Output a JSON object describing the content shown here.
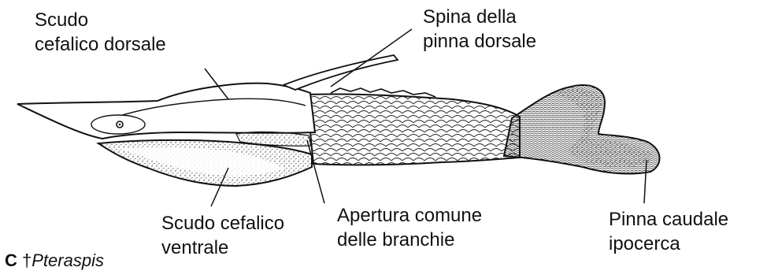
{
  "labels": {
    "dorsal_head_shield": {
      "line1": "Scudo",
      "line2": "cefalico dorsale"
    },
    "dorsal_fin_spine": {
      "line1": "Spina della",
      "line2": "pinna dorsale"
    },
    "ventral_head_shield": {
      "line1": "Scudo cefalico",
      "line2": "ventrale"
    },
    "common_gill_opening": {
      "line1": "Apertura comune",
      "line2": "delle branchie"
    },
    "caudal_fin": {
      "line1": "Pinna caudale",
      "line2": "ipocerca"
    }
  },
  "caption": {
    "letter": "C",
    "dagger": "†",
    "genus": "Pteraspis"
  },
  "colors": {
    "ink": "#111111",
    "background": "#ffffff"
  }
}
